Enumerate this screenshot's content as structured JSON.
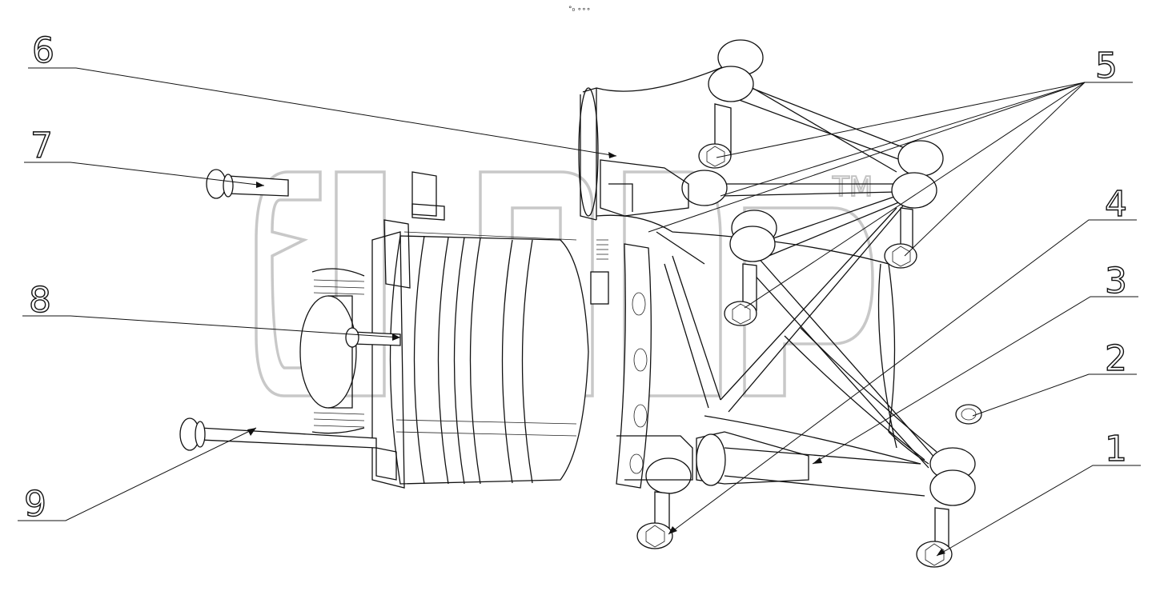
{
  "top_mark": "°₀ ∘∘∘",
  "watermark": "3TEP",
  "watermark_tm": "TM",
  "callouts": [
    {
      "id": "1",
      "label": "1"
    },
    {
      "id": "2",
      "label": "2"
    },
    {
      "id": "3",
      "label": "3"
    },
    {
      "id": "4",
      "label": "4"
    },
    {
      "id": "5",
      "label": "5"
    },
    {
      "id": "6",
      "label": "6"
    },
    {
      "id": "7",
      "label": "7"
    },
    {
      "id": "8",
      "label": "8"
    },
    {
      "id": "9",
      "label": "9"
    }
  ]
}
